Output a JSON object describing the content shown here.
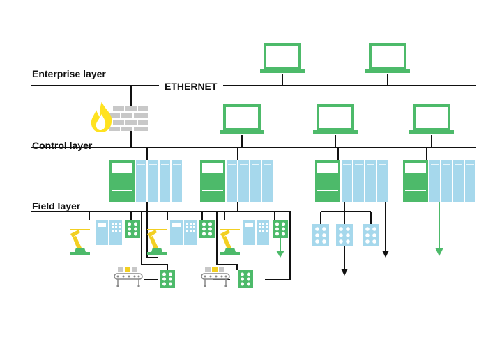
{
  "layers": {
    "enterprise": "Enterprise layer",
    "control": "Control layer",
    "field": "Field layer"
  },
  "network": {
    "ethernet": "ETHERNET"
  },
  "colors": {
    "line": "#111111",
    "green": "#4dba6a",
    "light_blue": "#a6d8ec",
    "yellow": "#f2cf22",
    "gray": "#c8c8c8",
    "flame_orange": "#ff9b1a",
    "flame_yellow": "#ffe21f"
  },
  "icons": {
    "workstation": "laptop-computer-icon",
    "firewall": "firewall-icon",
    "plc": "plc-rack-icon",
    "io_module": "io-module-icon",
    "robot": "robot-arm-icon",
    "conveyor": "conveyor-belt-icon",
    "drive": "drive-cabinet-icon"
  }
}
